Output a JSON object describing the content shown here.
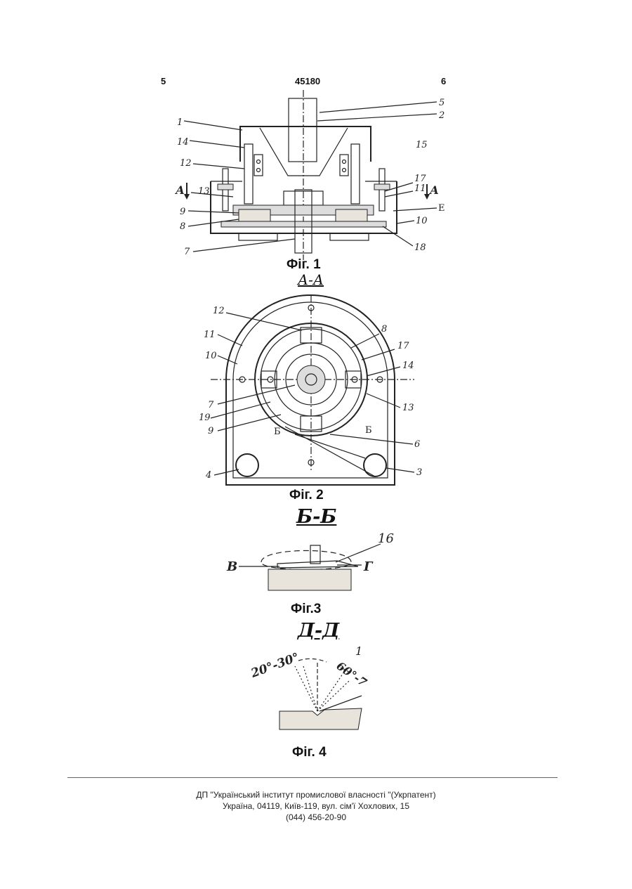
{
  "header": {
    "page_left": "5",
    "patent_number": "45180",
    "page_right": "6"
  },
  "figures": {
    "fig1": {
      "caption": "Фіг. 1",
      "section_marks": [
        "А",
        "А"
      ],
      "labels": [
        "5",
        "2",
        "1",
        "14",
        "15",
        "12",
        "17",
        "11",
        "13",
        "E",
        "9",
        "8",
        "10",
        "7",
        "18"
      ]
    },
    "fig2": {
      "section_title": "А-А",
      "caption": "Фіг. 2",
      "labels": [
        "12",
        "11",
        "10",
        "8",
        "17",
        "14",
        "7",
        "13",
        "19",
        "9",
        "Б",
        "Б",
        "6",
        "4",
        "3"
      ]
    },
    "fig3": {
      "section_title": "Б-Б",
      "caption": "Фіг.3",
      "labels": [
        "16",
        "В",
        "Г"
      ]
    },
    "fig4": {
      "section_title": "Д-Д",
      "caption": "Фіг. 4",
      "labels": [
        "20°-30°",
        "60°-7",
        "1"
      ]
    }
  },
  "footer": {
    "line1": "ДП \"Український інститут промислової власності \"(Укрпатент)",
    "line2": "Україна, 04119, Київ-119, вул. сім'ї Хохлових, 15",
    "line3": "(044) 456-20-90"
  }
}
